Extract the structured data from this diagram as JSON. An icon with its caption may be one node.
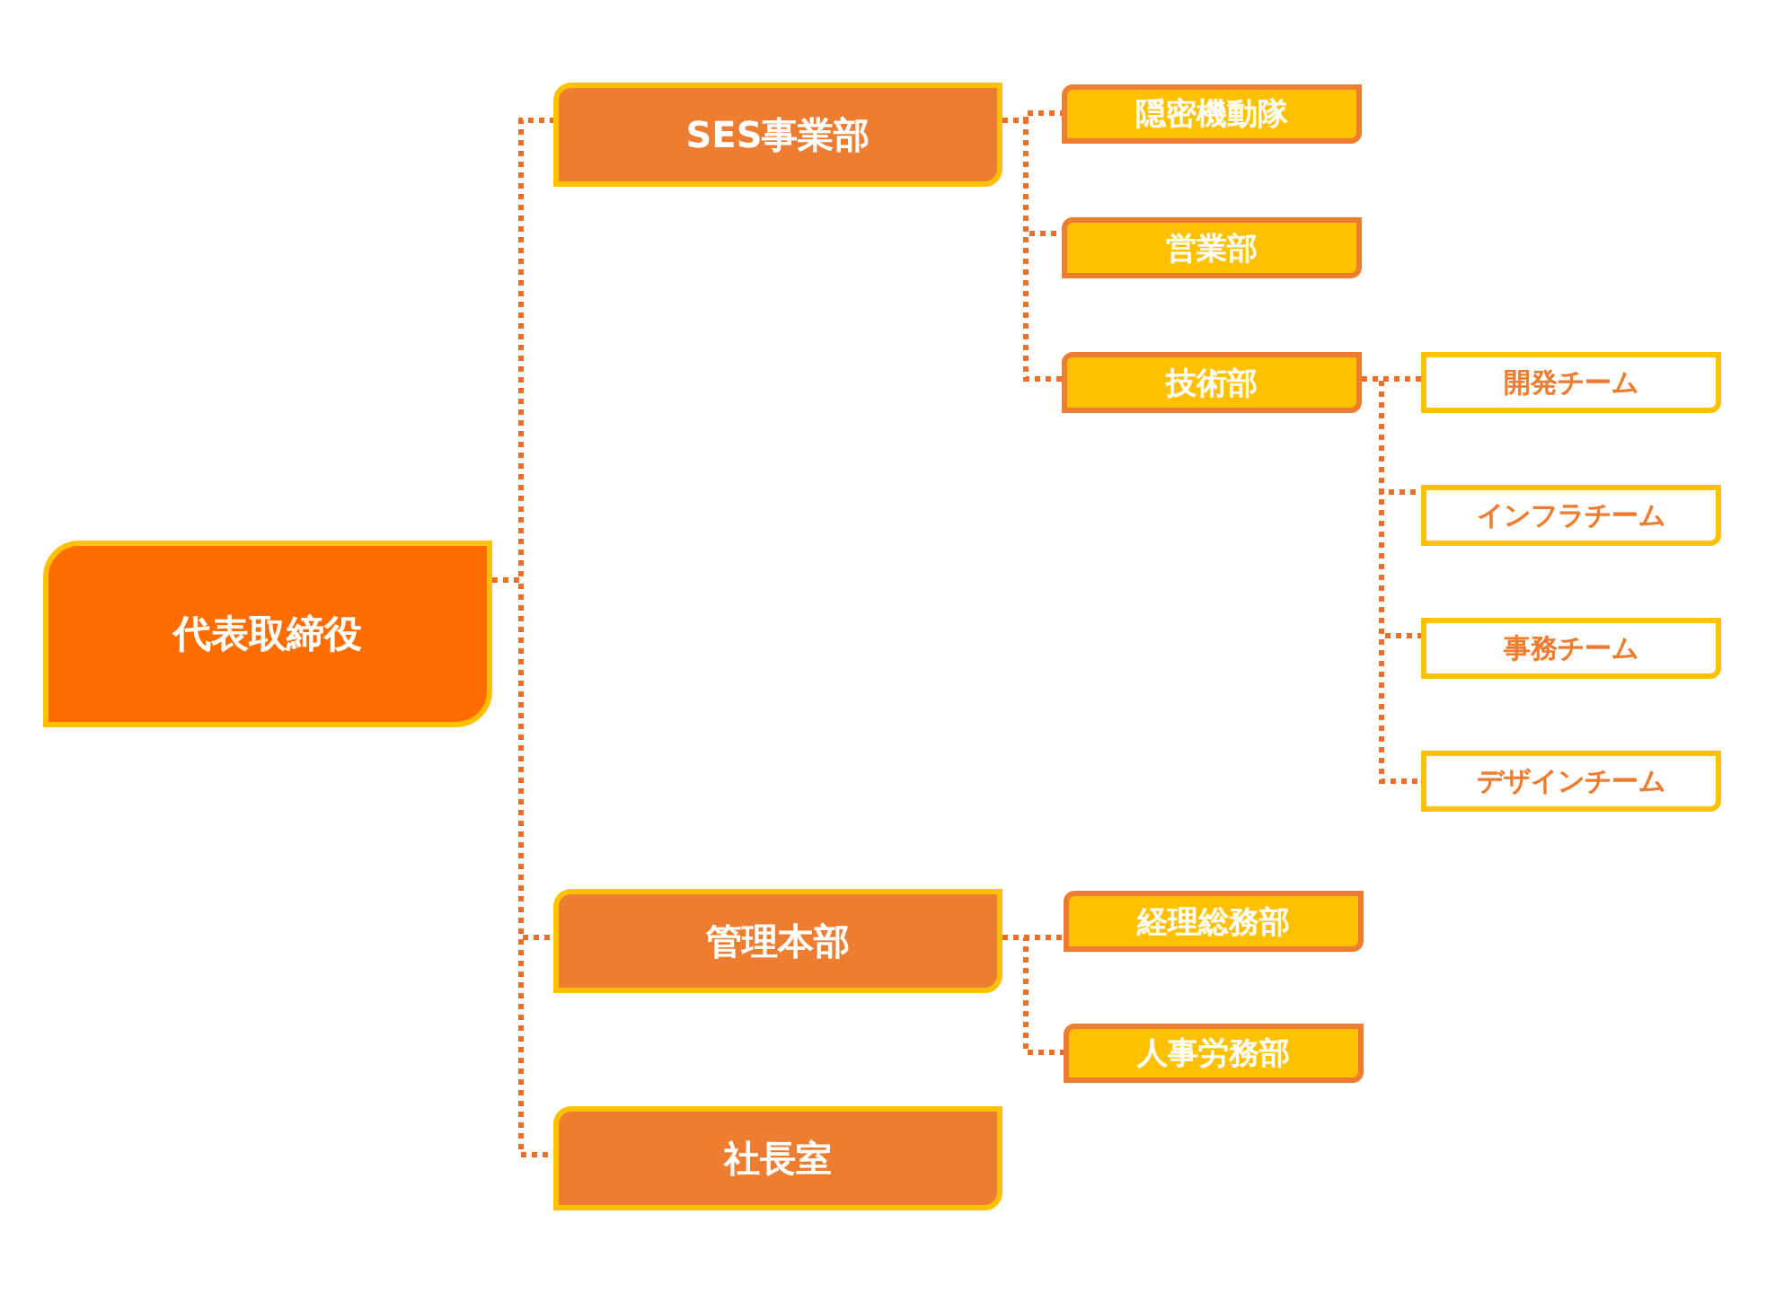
{
  "diagram": {
    "nodes": [
      {
        "text": [
          "代表取締役"
        ]
      },
      {
        "text": [
          "SES事業部"
        ]
      },
      {
        "text": [
          "隠密機動隊"
        ]
      },
      {
        "text": [
          "営業部"
        ]
      },
      {
        "text": [
          "技術部"
        ]
      },
      {
        "text": [
          "開発チーム"
        ]
      },
      {
        "text": [
          "インフラチーム"
        ]
      },
      {
        "text": [
          "事務チーム"
        ]
      },
      {
        "text": [
          "デザインチーム"
        ]
      },
      {
        "text": [
          "管理本部"
        ]
      },
      {
        "text": [
          "経理総務部"
        ]
      },
      {
        "text": [
          "人事労務部"
        ]
      },
      {
        "text": [
          "社長室"
        ]
      }
    ],
    "edges": [
      {
        "from": 0,
        "to": 1,
        "arrow": "none"
      },
      {
        "from": 0,
        "to": 9,
        "arrow": "none"
      },
      {
        "from": 0,
        "to": 12,
        "arrow": "none"
      },
      {
        "from": 1,
        "to": 2,
        "arrow": "none"
      },
      {
        "from": 1,
        "to": 3,
        "arrow": "none"
      },
      {
        "from": 1,
        "to": 4,
        "arrow": "none"
      },
      {
        "from": 4,
        "to": 5,
        "arrow": "none"
      },
      {
        "from": 4,
        "to": 6,
        "arrow": "none"
      },
      {
        "from": 4,
        "to": 7,
        "arrow": "none"
      },
      {
        "from": 4,
        "to": 8,
        "arrow": "none"
      },
      {
        "from": 9,
        "to": 10,
        "arrow": "none"
      },
      {
        "from": 9,
        "to": 11,
        "arrow": "none"
      }
    ]
  }
}
